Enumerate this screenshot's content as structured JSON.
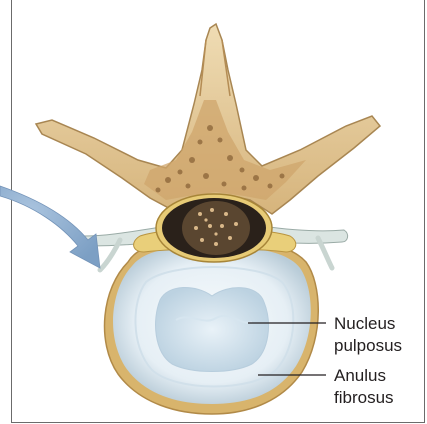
{
  "labels": {
    "nucleus": [
      "Nucleus",
      "pulposus"
    ],
    "anulus": [
      "Anulus",
      "fibrosus"
    ]
  },
  "colors": {
    "arrow": "#8eb0d2",
    "bone": "#e2c896",
    "bone_shadow": "#b68f58",
    "spongy_bone": "#c9a36b",
    "disc": "#e9f1f6",
    "disc_edge": "#c9a45f",
    "nucleus": "#cfe0ec",
    "nerve": "#d9e4e0",
    "canal": "#2a211a",
    "leader_line": "#231f20"
  }
}
